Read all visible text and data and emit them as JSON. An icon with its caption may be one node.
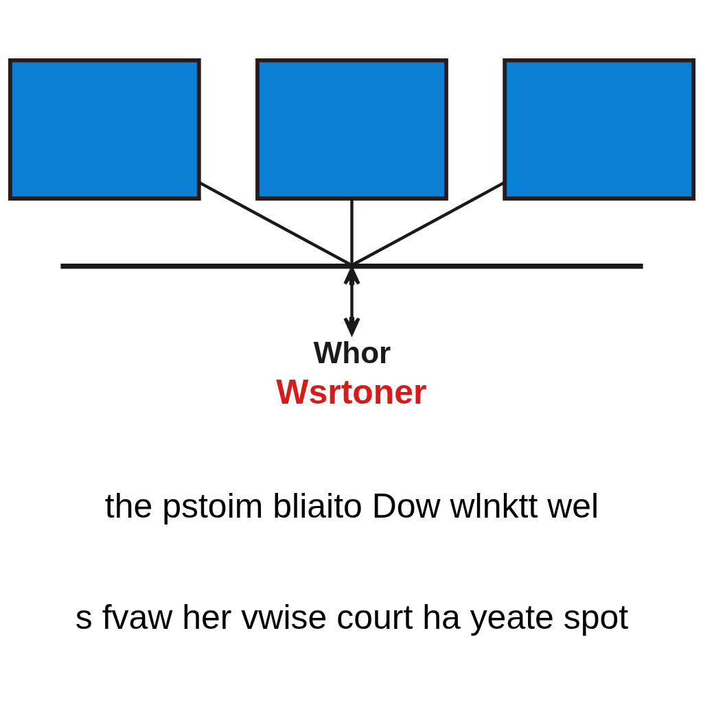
{
  "diagram": {
    "nodes": [
      {
        "text": [],
        "shape": "box"
      },
      {
        "text": [],
        "shape": "box"
      },
      {
        "text": [],
        "shape": "box"
      },
      {
        "text": [],
        "shape": "bar"
      },
      {
        "text": [
          "Whor",
          "Wsrtoner"
        ]
      }
    ],
    "edges": [
      {
        "from": 0,
        "to": 3,
        "arrow": "none"
      },
      {
        "from": 1,
        "to": 3,
        "arrow": "none"
      },
      {
        "from": 2,
        "to": 3,
        "arrow": "none"
      },
      {
        "from": 3,
        "to": 4,
        "arrow": "both"
      }
    ],
    "labels": [
      "the pstoim bliaito Dow wlnktt wel",
      "s fvaw her vwise court ha yeate spot"
    ]
  }
}
